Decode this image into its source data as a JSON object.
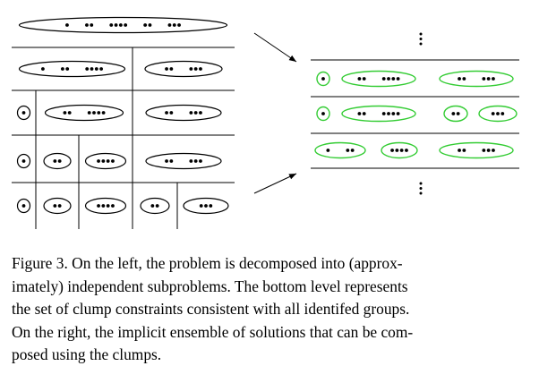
{
  "caption": {
    "lines": [
      "Figure 3. On the left, the problem is decomposed into (approx-",
      "imately) independent subproblems.  The bottom level represents",
      "the set of clump constraints consistent with all identifed groups.",
      "On the right, the implicit ensemble of solutions that can be com-",
      "posed using the clumps."
    ]
  },
  "colors": {
    "ink": "#000000",
    "clump_green": "#33cc33",
    "background": "#ffffff"
  },
  "left_tree": {
    "levels": [
      {
        "name": "level-1",
        "cells": [
          {
            "clumps": [
              {
                "dots": [
                  1,
                  2,
                  4,
                  2,
                  3
                ]
              }
            ]
          }
        ]
      },
      {
        "name": "level-2",
        "cells": [
          {
            "clumps": [
              {
                "dots": [
                  1,
                  2,
                  4
                ]
              }
            ]
          },
          {
            "clumps": [
              {
                "dots": [
                  2,
                  3
                ]
              }
            ]
          }
        ]
      },
      {
        "name": "level-3",
        "cells": [
          {
            "clumps": [
              {
                "dots": [
                  1
                ]
              }
            ]
          },
          {
            "clumps": [
              {
                "dots": [
                  2,
                  4
                ]
              }
            ]
          },
          {
            "clumps": [
              {
                "dots": [
                  2,
                  3
                ]
              }
            ]
          }
        ]
      },
      {
        "name": "level-4",
        "cells": [
          {
            "clumps": [
              {
                "dots": [
                  1
                ]
              }
            ]
          },
          {
            "clumps": [
              {
                "dots": [
                  2
                ]
              }
            ]
          },
          {
            "clumps": [
              {
                "dots": [
                  4
                ]
              }
            ]
          },
          {
            "clumps": [
              {
                "dots": [
                  2,
                  3
                ]
              }
            ]
          }
        ]
      },
      {
        "name": "level-5",
        "cells": [
          {
            "clumps": [
              {
                "dots": [
                  1
                ]
              }
            ]
          },
          {
            "clumps": [
              {
                "dots": [
                  2
                ]
              }
            ]
          },
          {
            "clumps": [
              {
                "dots": [
                  4
                ]
              }
            ]
          },
          {
            "clumps": [
              {
                "dots": [
                  2
                ]
              }
            ]
          },
          {
            "clumps": [
              {
                "dots": [
                  3
                ]
              }
            ]
          }
        ]
      }
    ]
  },
  "right_ensemble": {
    "rows": [
      {
        "name": "solution-1",
        "clumps": [
          {
            "dots": [
              1
            ]
          },
          {
            "dots": [
              2,
              4
            ]
          },
          {
            "dots": [
              2,
              3
            ]
          }
        ]
      },
      {
        "name": "solution-2",
        "clumps": [
          {
            "dots": [
              1
            ]
          },
          {
            "dots": [
              2,
              4
            ]
          },
          {
            "dots": [
              2
            ]
          },
          {
            "dots": [
              3
            ]
          }
        ]
      },
      {
        "name": "solution-3",
        "clumps": [
          {
            "dots": [
              1,
              2
            ]
          },
          {
            "dots": [
              4
            ]
          },
          {
            "dots": [
              2,
              3
            ]
          }
        ]
      }
    ]
  }
}
